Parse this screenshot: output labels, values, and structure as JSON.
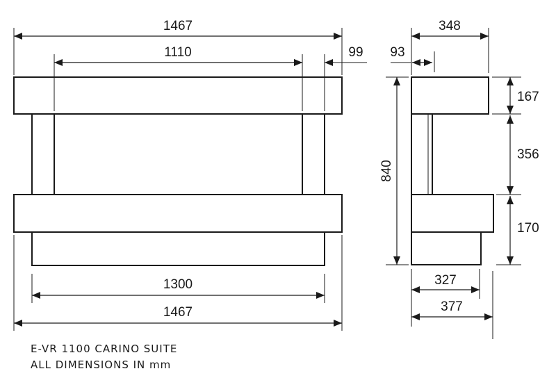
{
  "front_view": {
    "top_width": "1467",
    "inner_width": "1110",
    "leg_width": "99",
    "base_width": "1300",
    "bottom_width": "1467"
  },
  "side_view": {
    "depth_top": "348",
    "leg_depth": "93",
    "total_height": "840",
    "top_height": "167",
    "opening_height": "356",
    "bottom_height": "170",
    "base_depth": "327",
    "bottom_depth": "377"
  },
  "caption": {
    "line1": "E-VR 1100 CARINO SUITE",
    "line2": "ALL DIMENSIONS IN mm"
  }
}
